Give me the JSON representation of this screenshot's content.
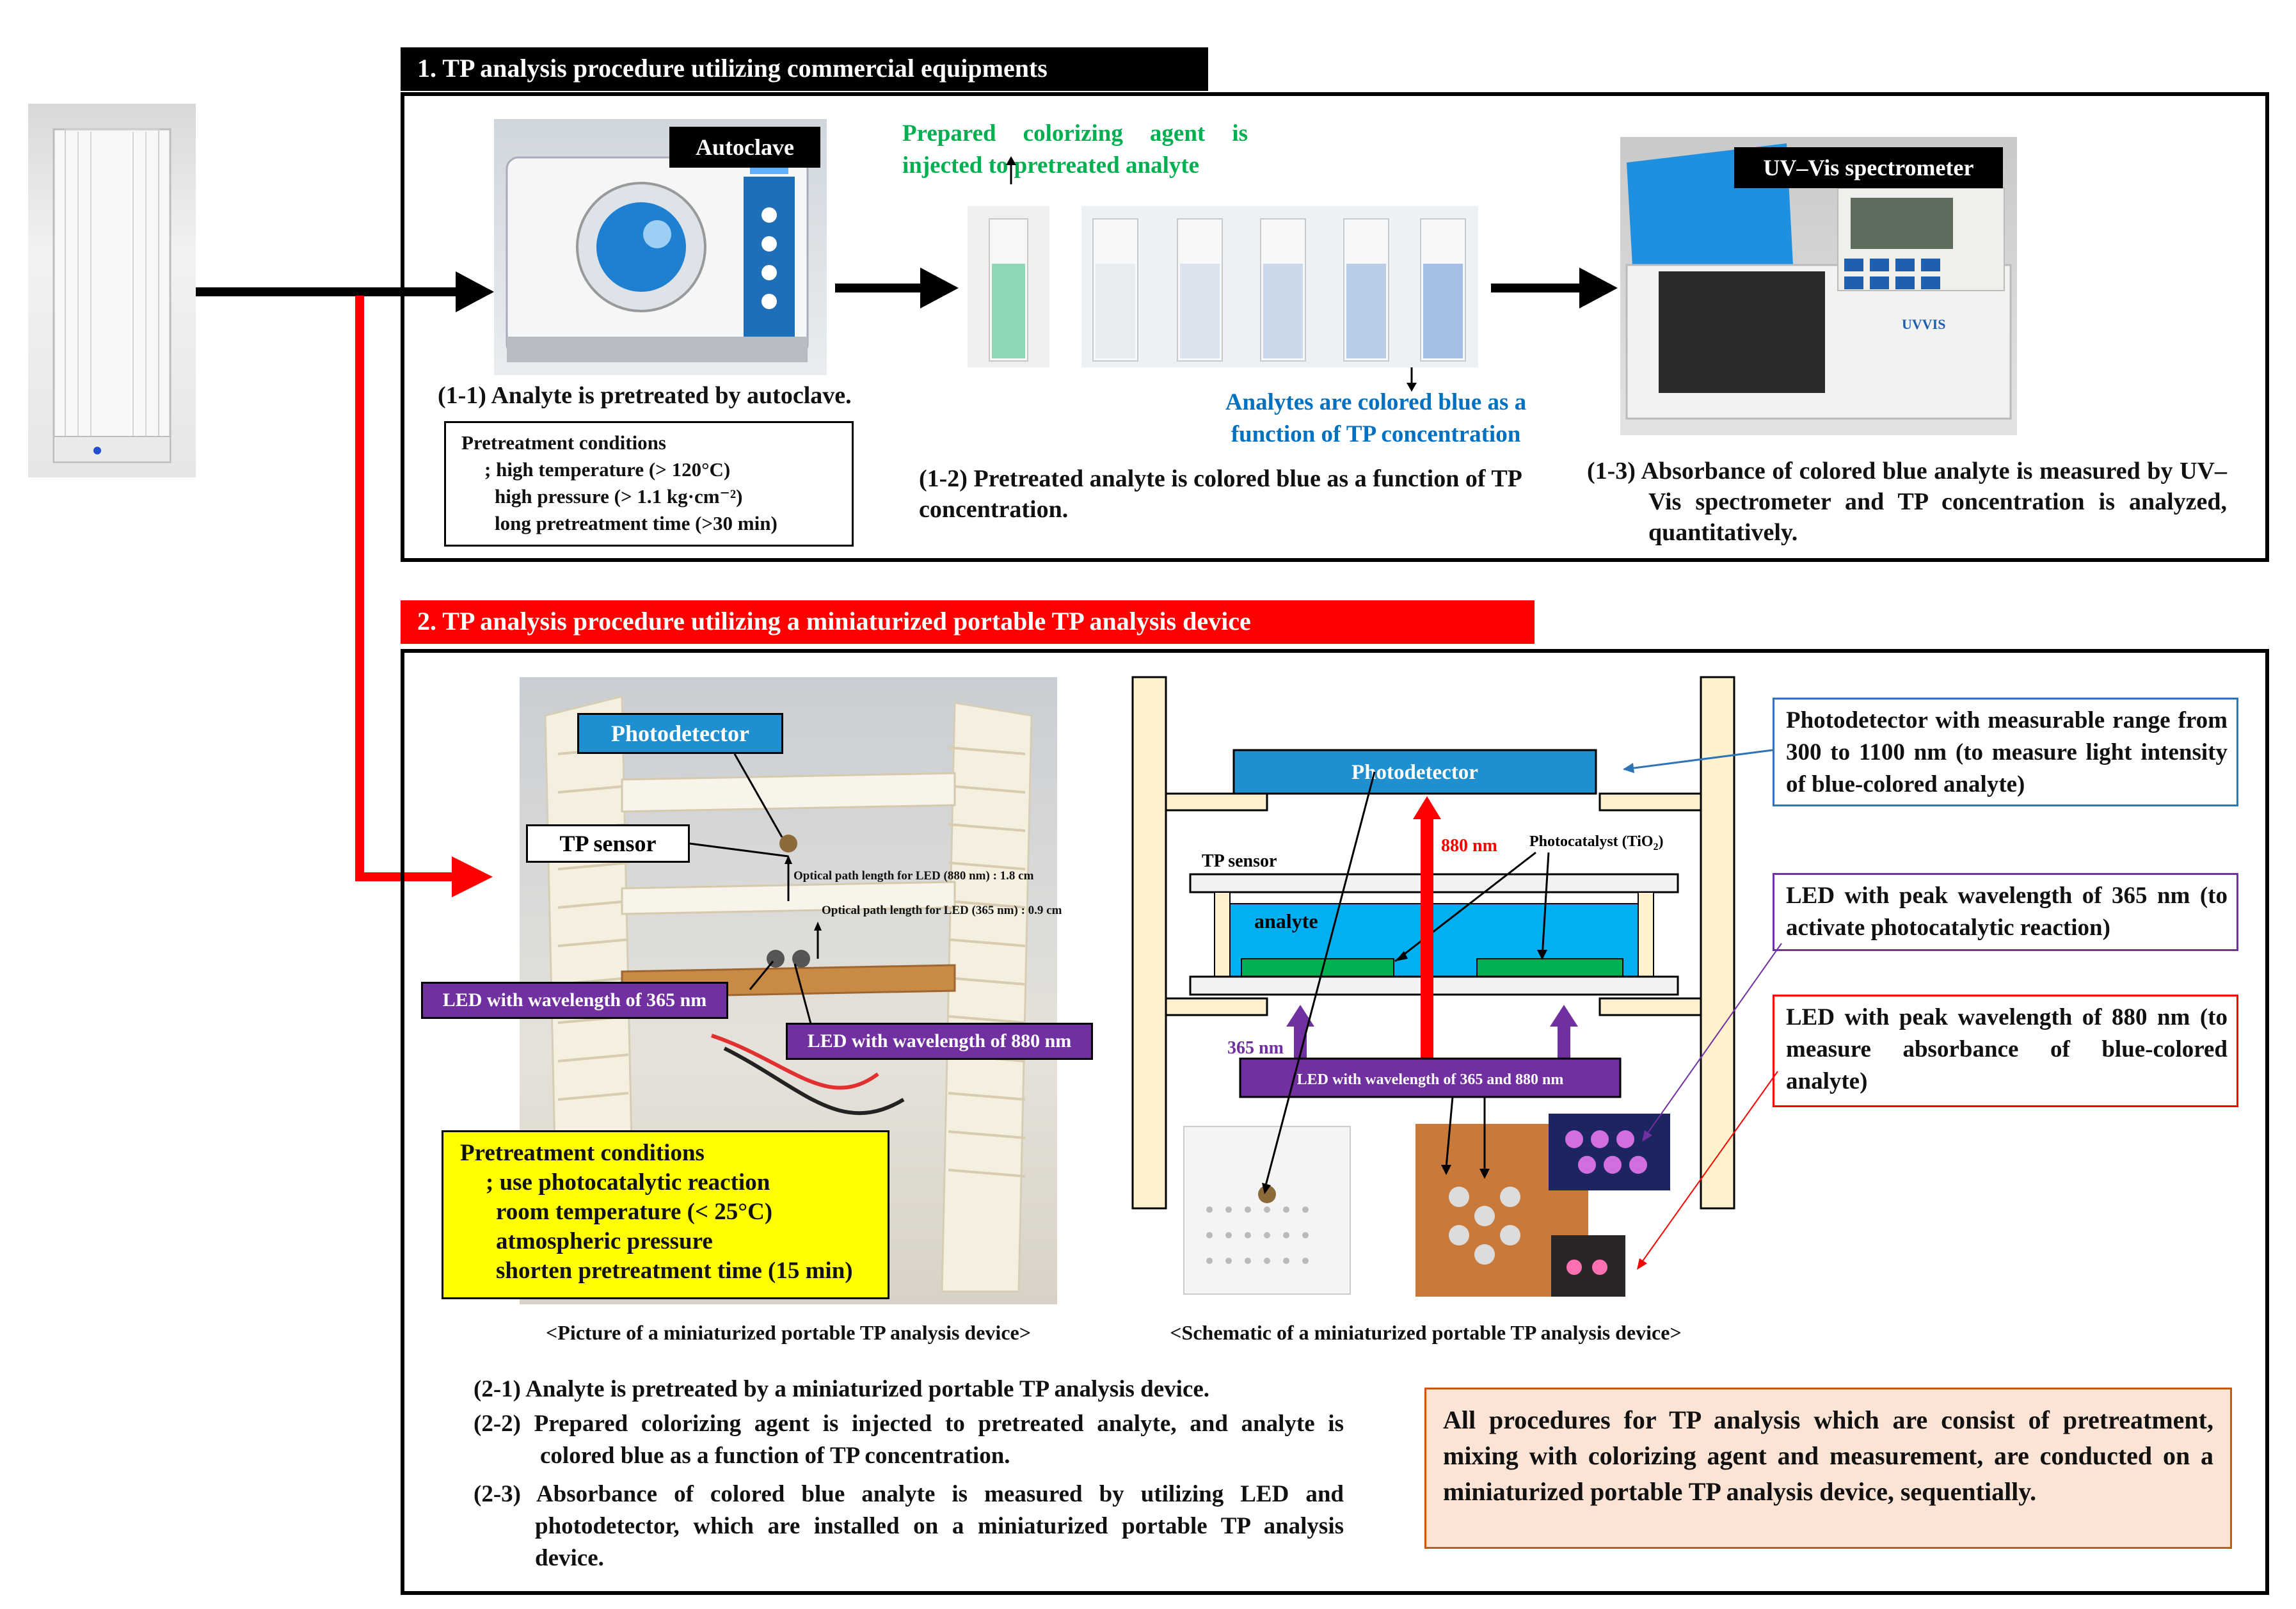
{
  "section1": {
    "header": "1. TP analysis procedure utilizing commercial equipments",
    "autoclave_label": "Autoclave",
    "step1_1": "(1-1) Analyte is pretreated by autoclave.",
    "pretreat_title": "Pretreatment conditions",
    "pretreat_lines": [
      "; high temperature (> 120°C)",
      "high pressure (> 1.1 kg·cm⁻²)",
      "long pretreatment time (>30 min)"
    ],
    "colorizing_note": "Prepared colorizing agent is injected to pretreated analyte",
    "blue_note": "Analytes are colored blue as a function of TP concentration",
    "step1_2": "(1-2) Pretreated analyte is colored blue as a function of TP concentration.",
    "uvvis_label": "UV–Vis spectrometer",
    "uvvis_brand": "UVVIS",
    "step1_3": "(1-3) Absorbance of colored blue analyte is measured by UV–Vis spectrometer and TP concentration is analyzed, quantitatively."
  },
  "section2": {
    "header": "2. TP analysis procedure utilizing  a miniaturized portable TP analysis device",
    "photodetector": "Photodetector",
    "tp_sensor": "TP sensor",
    "optical_880": "Optical path length for LED (880 nm) : 1.8 cm",
    "optical_365": "Optical path length for LED (365 nm) : 0.9 cm",
    "led365": "LED with wavelength of  365 nm",
    "led880": "LED with wavelength of  880 nm",
    "pretreat_title": "Pretreatment conditions",
    "pretreat_lines": [
      "; use photocatalytic reaction",
      "room temperature (< 25°C)",
      "atmospheric pressure",
      "shorten pretreatment time (15 min)"
    ],
    "picture_caption": "<Picture of a miniaturized portable TP analysis device>",
    "schematic": {
      "photodetector": "Photodetector",
      "nm880": "880 nm",
      "photocatalyst": "Photocatalyst (TiO",
      "photocatalyst_sub": "2",
      "photocatalyst_end": ")",
      "tp_sensor": "TP sensor",
      "analyte": "analyte",
      "nm365": "365 nm",
      "led_bar": "LED with wavelength of  365 and 880 nm"
    },
    "schematic_caption": "<Schematic of a miniaturized portable TP analysis device>",
    "callout_photodetector": "Photodetector with measurable range from 300 to 1100 nm (to measure light intensity of blue-colored analyte)",
    "callout_led365": "LED with peak wavelength of 365 nm (to activate photocatalytic reaction)",
    "callout_led880": "LED with peak wavelength of 880 nm (to measure absorbance of blue-colored analyte)",
    "steps": [
      "(2-1) Analyte is pretreated by a miniaturized portable TP analysis device.",
      "(2-2) Prepared colorizing agent is injected to pretreated analyte, and analyte is colored blue as a function of TP concentration.",
      "(2-3) Absorbance of colored blue analyte is measured by utilizing LED and photodetector, which are installed on a miniaturized portable TP analysis device."
    ],
    "summary": "All procedures for TP analysis which are consist of pretreatment, mixing with colorizing agent and measurement, are conducted on a miniaturized portable TP analysis device, sequentially."
  },
  "colors": {
    "black": "#000000",
    "red": "#ff0000",
    "green_text": "#00b050",
    "blue_text": "#0070c0",
    "purple": "#7030a0",
    "detector_blue": "#1f8fd0",
    "analyte_blue": "#00b0f0",
    "catalyst_green": "#00b050",
    "callout_blue": "#2e75b6",
    "callout_purple": "#7030a0",
    "callout_red": "#ff0000",
    "yellow": "#ffff00",
    "peach": "#fbe4d5",
    "frame_tan": "#fff2cc"
  }
}
